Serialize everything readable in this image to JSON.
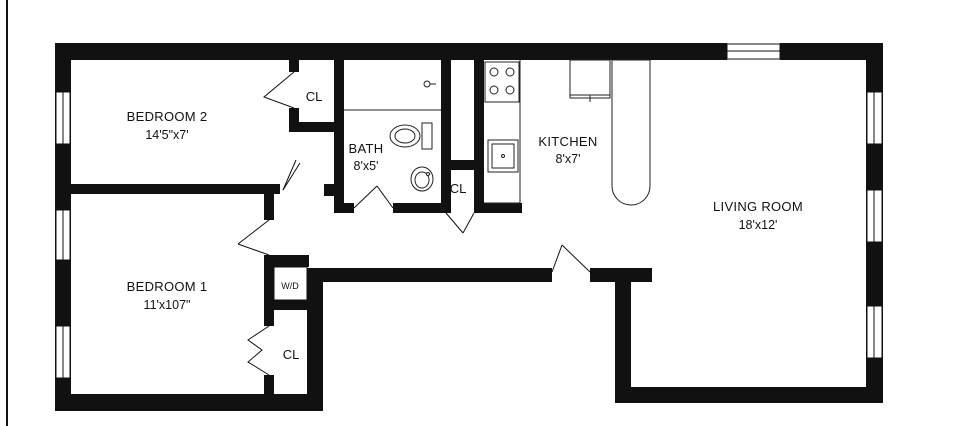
{
  "rooms": {
    "bedroom2": {
      "name": "BEDROOM 2",
      "dim": "14'5\"x7'"
    },
    "bedroom1": {
      "name": "BEDROOM 1",
      "dim": "11'x107\""
    },
    "bath": {
      "name": "BATH",
      "dim": "8'x5'"
    },
    "kitchen": {
      "name": "KITCHEN",
      "dim": "8'x7'"
    },
    "living": {
      "name": "LIVING ROOM",
      "dim": "18'x12'"
    }
  },
  "closets": {
    "label": "CL"
  },
  "washer_dryer": {
    "label": "W/D"
  },
  "colors": {
    "wall": "#111111",
    "background": "#ffffff",
    "fixture_stroke": "#222222"
  },
  "icons": [
    "door-swing-icon",
    "window-icon",
    "toilet-icon",
    "sink-icon",
    "stove-icon",
    "refrigerator-icon",
    "bifold-door-icon"
  ]
}
